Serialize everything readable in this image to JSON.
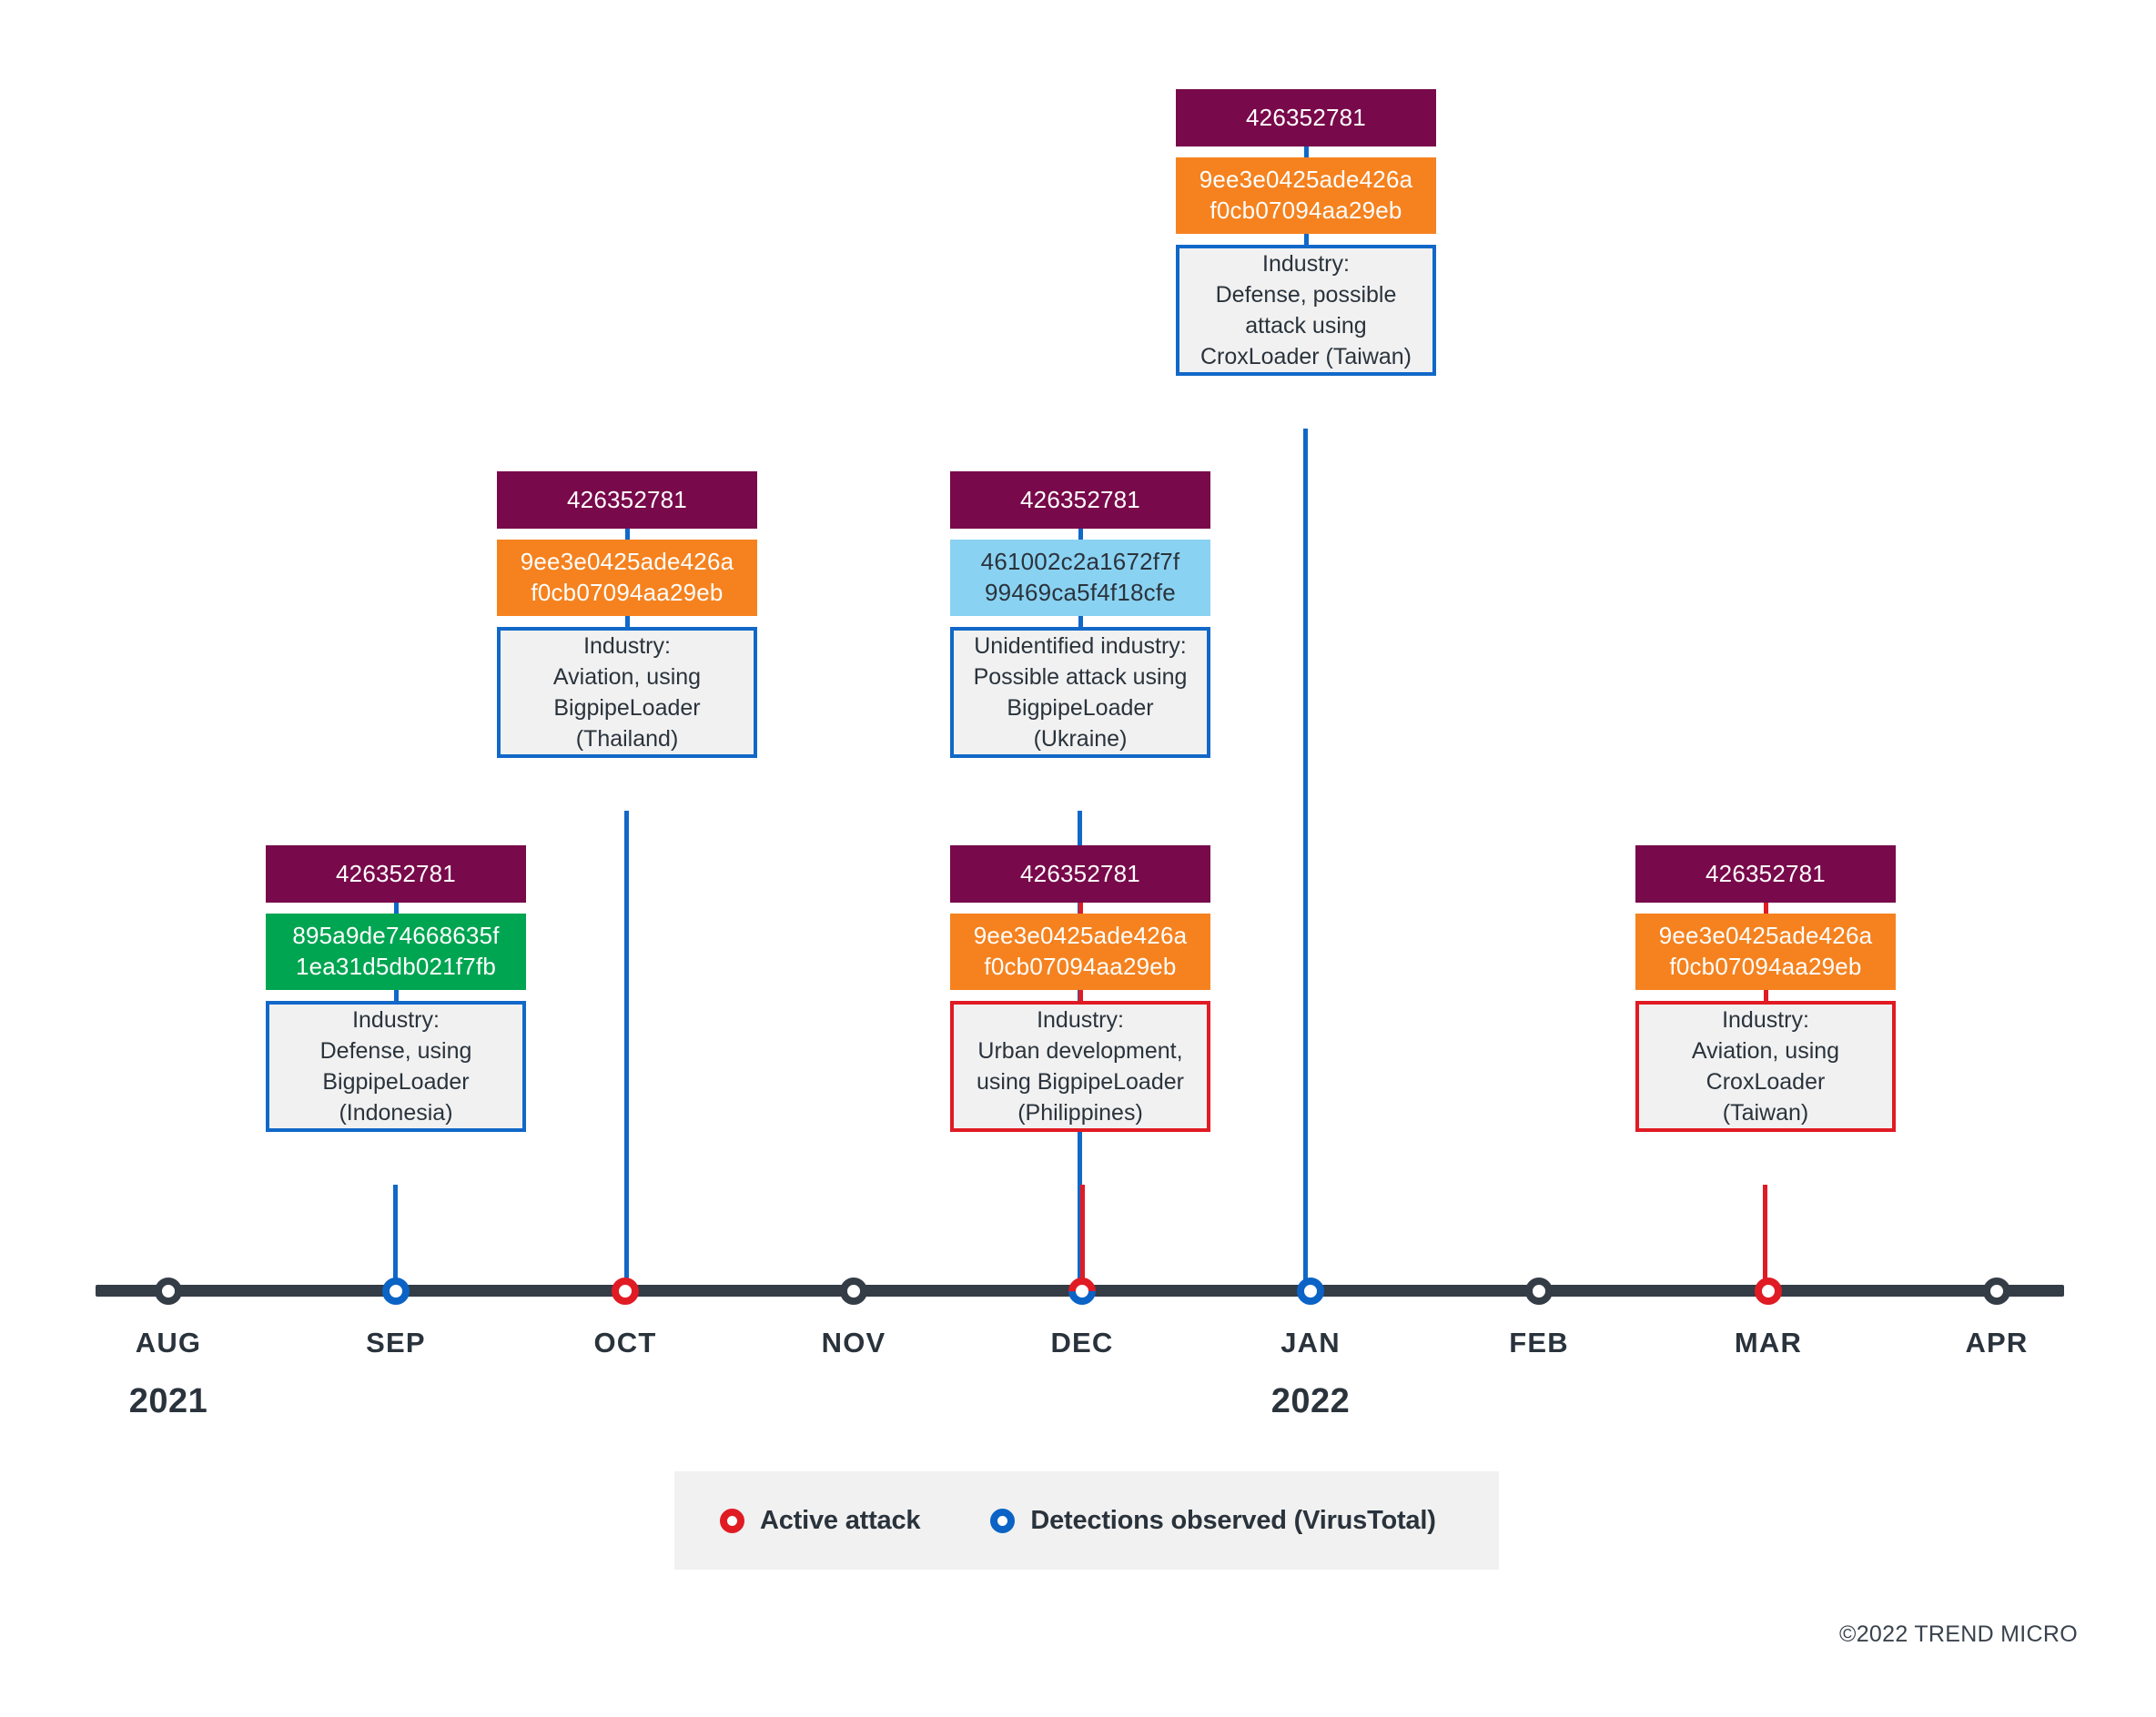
{
  "chart_data": {
    "type": "timeline",
    "title": "",
    "axis": {
      "ticks": [
        "AUG",
        "SEP",
        "OCT",
        "NOV",
        "DEC",
        "JAN",
        "FEB",
        "MAR",
        "APR"
      ],
      "years": [
        {
          "label": "2021",
          "tick": "AUG"
        },
        {
          "label": "2022",
          "tick": "JAN"
        }
      ],
      "marker_types": [
        "none",
        "detection",
        "active",
        "none",
        "active+detection",
        "detection",
        "none",
        "active",
        "none"
      ]
    },
    "events": [
      {
        "month": "SEP",
        "year": "2021",
        "campaign_id": "426352781",
        "hash": "895a9de74668635f\n1ea31d5db021f7fb",
        "hash_color": "#00A551",
        "description": "Industry:\nDefense, using\nBigpipeLoader\n(Indonesia)",
        "marker": "detection",
        "accent": "#1168C8"
      },
      {
        "month": "OCT",
        "year": "2021",
        "campaign_id": "426352781",
        "hash": "9ee3e0425ade426a\nf0cb07094aa29eb",
        "hash_color": "#F5821F",
        "description": "Industry:\nAviation, using\nBigpipeLoader\n(Thailand)",
        "marker": "active",
        "accent": "#1168C8"
      },
      {
        "month": "DEC",
        "year": "2021",
        "campaign_id": "426352781",
        "hash": "461002c2a1672f7f\n99469ca5f4f18cfe",
        "hash_color": "#8AD2F2",
        "description": "Unidentified industry:\nPossible attack using\nBigpipeLoader\n(Ukraine)",
        "marker": "detection",
        "accent": "#1168C8"
      },
      {
        "month": "DEC",
        "year": "2021",
        "campaign_id": "426352781",
        "hash": "9ee3e0425ade426a\nf0cb07094aa29eb",
        "hash_color": "#F5821F",
        "description": "Industry:\nUrban development,\nusing BigpipeLoader\n(Philippines)",
        "marker": "active",
        "accent": "#E01B24"
      },
      {
        "month": "JAN",
        "year": "2022",
        "campaign_id": "426352781",
        "hash": "9ee3e0425ade426a\nf0cb07094aa29eb",
        "hash_color": "#F5821F",
        "description": "Industry:\nDefense, possible\nattack using\nCroxLoader (Taiwan)",
        "marker": "detection",
        "accent": "#1168C8"
      },
      {
        "month": "MAR",
        "year": "2022",
        "campaign_id": "426352781",
        "hash": "9ee3e0425ade426a\nf0cb07094aa29eb",
        "hash_color": "#F5821F",
        "description": "Industry:\nAviation, using\nCroxLoader\n(Taiwan)",
        "marker": "active",
        "accent": "#E01B24"
      }
    ],
    "legend": [
      {
        "label": "Active attack",
        "color": "#E01B24"
      },
      {
        "label": "Detections observed (VirusTotal)",
        "color": "#0B63C5"
      }
    ]
  },
  "cards": {
    "jan2022": {
      "campaign_id": "426352781",
      "hash": "9ee3e0425ade426a\nf0cb07094aa29eb",
      "description": "Industry:\nDefense, possible\nattack using\nCroxLoader (Taiwan)"
    },
    "oct2021": {
      "campaign_id": "426352781",
      "hash": "9ee3e0425ade426a\nf0cb07094aa29eb",
      "description": "Industry:\nAviation, using\nBigpipeLoader\n(Thailand)"
    },
    "dec2021_upper": {
      "campaign_id": "426352781",
      "hash": "461002c2a1672f7f\n99469ca5f4f18cfe",
      "description": "Unidentified industry:\nPossible attack using\nBigpipeLoader\n(Ukraine)"
    },
    "sep2021": {
      "campaign_id": "426352781",
      "hash": "895a9de74668635f\n1ea31d5db021f7fb",
      "description": "Industry:\nDefense, using\nBigpipeLoader\n(Indonesia)"
    },
    "dec2021_lower": {
      "campaign_id": "426352781",
      "hash": "9ee3e0425ade426a\nf0cb07094aa29eb",
      "description": "Industry:\nUrban development,\nusing BigpipeLoader\n(Philippines)"
    },
    "mar2022": {
      "campaign_id": "426352781",
      "hash": "9ee3e0425ade426a\nf0cb07094aa29eb",
      "description": "Industry:\nAviation, using\nCroxLoader\n(Taiwan)"
    }
  },
  "axis": {
    "months": {
      "aug": "AUG",
      "sep": "SEP",
      "oct": "OCT",
      "nov": "NOV",
      "dec": "DEC",
      "jan": "JAN",
      "feb": "FEB",
      "mar": "MAR",
      "apr": "APR"
    },
    "year_2021": "2021",
    "year_2022": "2022"
  },
  "legend": {
    "active_attack": "Active attack",
    "detections": "Detections observed (VirusTotal)"
  },
  "footer": {
    "copyright": "©2022 TREND MICRO"
  }
}
